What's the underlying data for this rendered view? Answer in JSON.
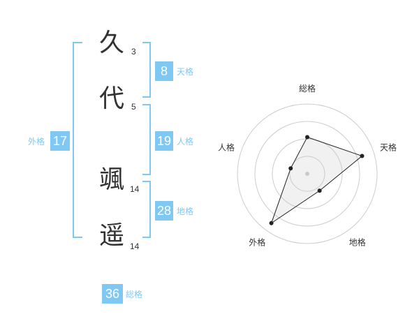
{
  "name": {
    "chars": [
      {
        "char": "久",
        "strokes": "3"
      },
      {
        "char": "代",
        "strokes": "5"
      },
      {
        "char": "颯",
        "strokes": "14"
      },
      {
        "char": "遥",
        "strokes": "14"
      }
    ]
  },
  "scores": {
    "tenkaku": {
      "value": "8",
      "label": "天格"
    },
    "jinkaku": {
      "value": "19",
      "label": "人格"
    },
    "chikaku": {
      "value": "28",
      "label": "地格"
    },
    "gaikaku": {
      "value": "17",
      "label": "外格"
    },
    "soukaku": {
      "value": "36",
      "label": "総格"
    }
  },
  "colors": {
    "accent": "#80c8f4",
    "text": "#333333"
  },
  "chart_data": {
    "type": "radar",
    "axes": [
      "総格",
      "天格",
      "地格",
      "外格",
      "人格"
    ],
    "rings": 4,
    "range": [
      0,
      4
    ],
    "values": [
      2.1,
      3.3,
      1.2,
      3.5,
      1.0
    ]
  }
}
